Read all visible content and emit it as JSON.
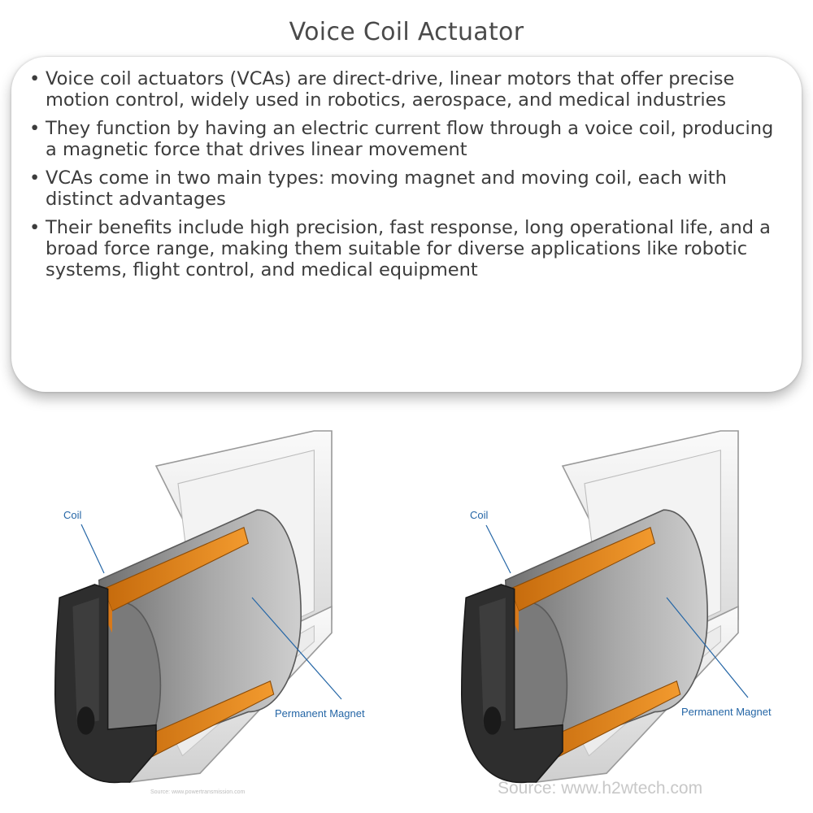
{
  "title": "Voice Coil Actuator",
  "bullets": [
    "Voice coil actuators (VCAs) are direct-drive, linear motors that offer precise motion control, widely used in robotics, aerospace, and medical industries",
    "They function by having an electric current flow through a voice coil, producing a magnetic force that drives linear movement",
    "VCAs come in two main types: moving magnet and moving coil, each with distinct advantages",
    "Their benefits include high precision, fast response, long operational life, and a broad force range, making them suitable for diverse applications like robotic systems, flight control, and medical equipment"
  ],
  "bullet_glyph": "•",
  "diagrams": [
    {
      "coil_label": "Coil",
      "magnet_label": "Permanent Magnet",
      "source": "Source: www.powertransmission.com"
    },
    {
      "coil_label": "Coil",
      "magnet_label": "Permanent Magnet",
      "source": "Source: www.h2wtech.com"
    }
  ],
  "colors": {
    "coil": "#e8891a",
    "magnet": "#8c8c8c",
    "core": "#2e2e2e",
    "housing": "#e6e6e6",
    "label": "#2566a6"
  }
}
